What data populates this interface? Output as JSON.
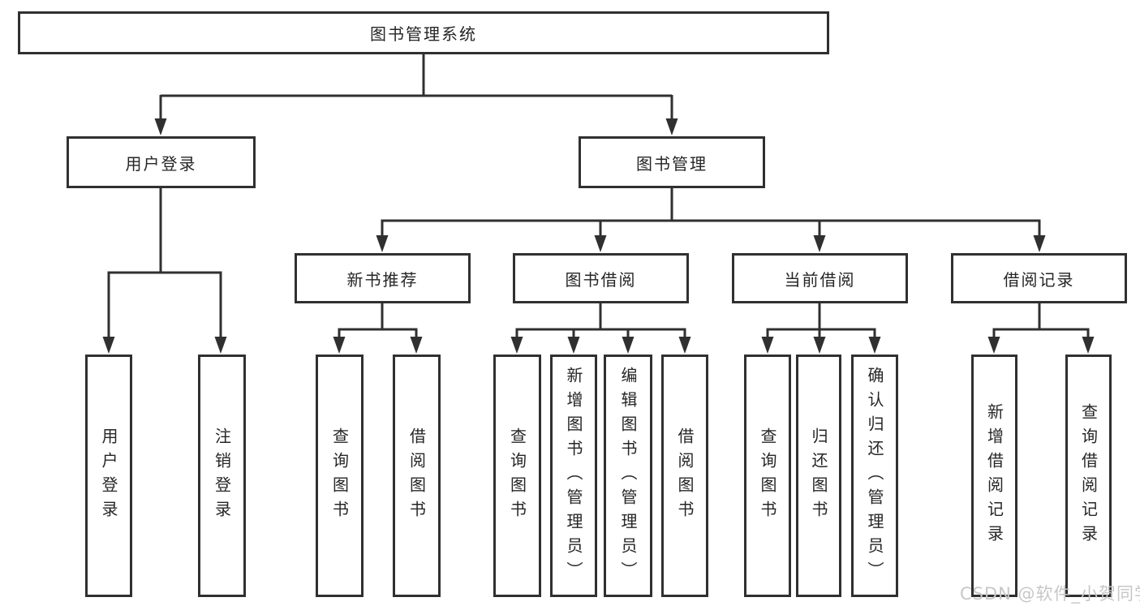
{
  "diagram": {
    "root": {
      "label": "图书管理系统"
    },
    "level2": [
      {
        "label": "用户登录"
      },
      {
        "label": "图书管理"
      }
    ],
    "level3": [
      {
        "label": "新书推荐"
      },
      {
        "label": "图书借阅"
      },
      {
        "label": "当前借阅"
      },
      {
        "label": "借阅记录"
      }
    ],
    "leaves": {
      "user": [
        "用户登录",
        "注销登录"
      ],
      "recommend": [
        "查询图书",
        "借阅图书"
      ],
      "borrow": [
        "查询图书",
        "新增图书（管理员）",
        "编辑图书（管理员）",
        "借阅图书"
      ],
      "current": [
        "查询图书",
        "归还图书",
        "确认归还（管理员）"
      ],
      "records": [
        "新增借阅记录",
        "查询借阅记录"
      ]
    },
    "watermark": "CSDN @软件_小贺同学"
  },
  "colors": {
    "line": "#303030",
    "text": "#262626",
    "watermark": "#c7c7c7",
    "background": "#ffffff"
  }
}
